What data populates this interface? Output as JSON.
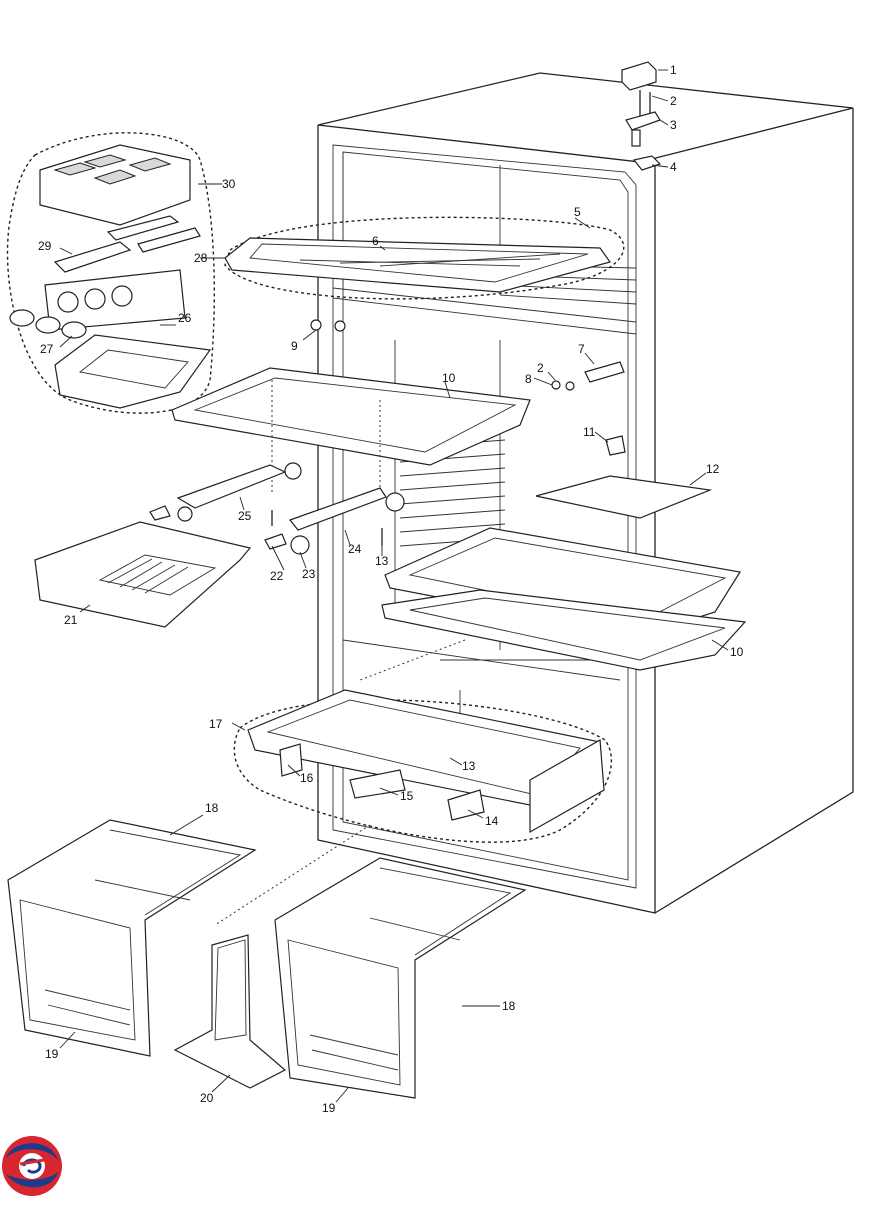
{
  "diagram": {
    "callouts": [
      "1",
      "2",
      "3",
      "4",
      "5",
      "6",
      "7",
      "8",
      "9",
      "10",
      "11",
      "12",
      "13",
      "14",
      "15",
      "16",
      "17",
      "18",
      "19",
      "20",
      "21",
      "22",
      "23",
      "24",
      "25",
      "26",
      "27",
      "28",
      "29",
      "30"
    ],
    "callout_repeats": {
      "second_2": "2",
      "second_10": "10",
      "second_13": "13",
      "second_18": "18",
      "second_19": "19"
    }
  },
  "logo": {
    "name": "brand-logo",
    "colors": [
      "#d7262f",
      "#1e3a8a"
    ]
  }
}
